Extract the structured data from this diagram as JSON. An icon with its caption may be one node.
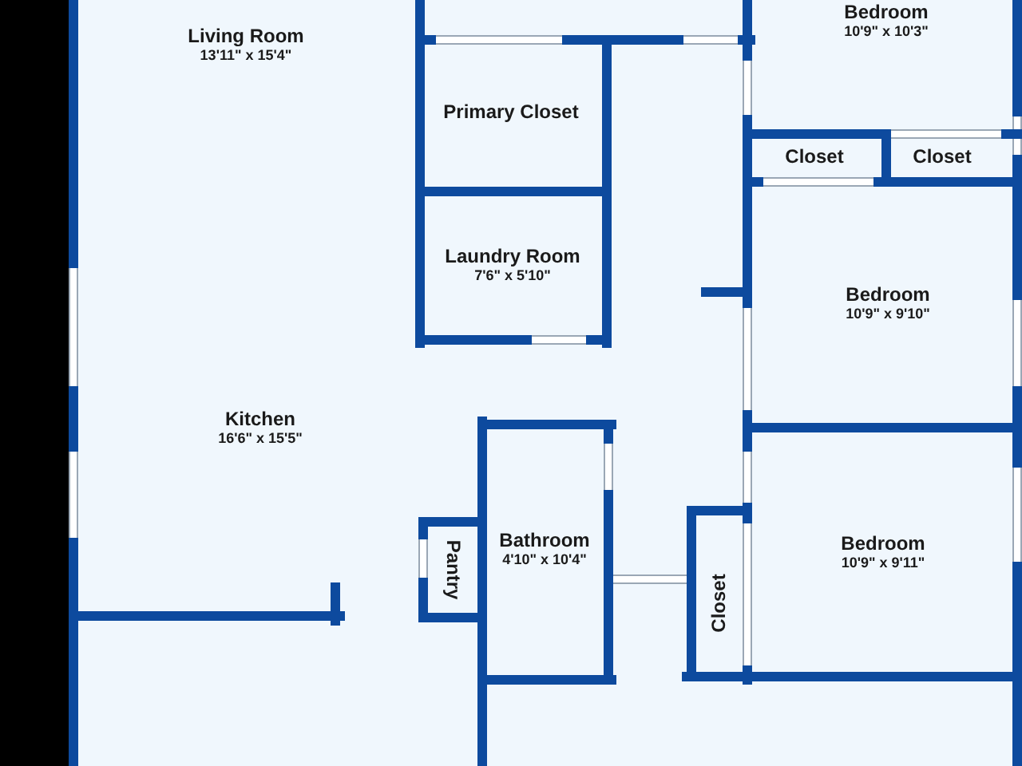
{
  "diagram": {
    "nodes": [
      {
        "text": [
          "Living Room",
          "13'11\" x 15'4\""
        ]
      },
      {
        "text": [
          "Bedroom",
          "10'9\" x 10'3\""
        ]
      },
      {
        "text": [
          "Primary Closet"
        ]
      },
      {
        "text": [
          "Closet"
        ]
      },
      {
        "text": [
          "Closet"
        ]
      },
      {
        "text": [
          "Laundry Room",
          "7'6\" x 5'10\""
        ]
      },
      {
        "text": [
          "Bedroom",
          "10'9\" x 9'10\""
        ]
      },
      {
        "text": [
          "Kitchen",
          "16'6\" x 15'5\""
        ]
      },
      {
        "text": [
          "Pantry"
        ]
      },
      {
        "text": [
          "Bathroom",
          "4'10\" x 10'4\""
        ]
      },
      {
        "text": [
          "Closet"
        ]
      },
      {
        "text": [
          "Bedroom",
          "10'9\" x 9'11\""
        ]
      }
    ]
  }
}
